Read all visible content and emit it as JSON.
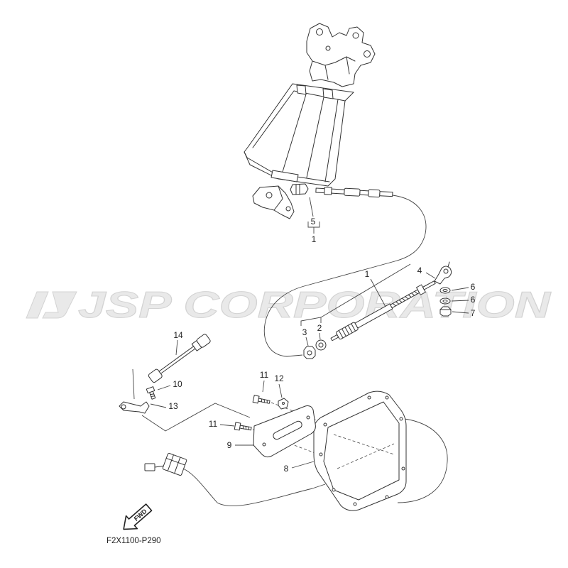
{
  "watermark": {
    "text": "JSP CORPORATION"
  },
  "callouts": {
    "c5": "5",
    "c1_sub": "1",
    "c1": "1",
    "c4": "4",
    "c6a": "6",
    "c6b": "6",
    "c7": "7",
    "c3": "3",
    "c2": "2",
    "c14": "14",
    "c10": "10",
    "c13": "13",
    "c11a": "11",
    "c12": "12",
    "c11b": "11",
    "c9": "9",
    "c8": "8"
  },
  "fwd_arrow": {
    "label": "FWD",
    "icon": "fwd-arrow-icon"
  },
  "diagram_code": "F2X1100-P290",
  "colors": {
    "line": "#333333",
    "watermark": "#e9e9e9",
    "background": "#ffffff"
  }
}
